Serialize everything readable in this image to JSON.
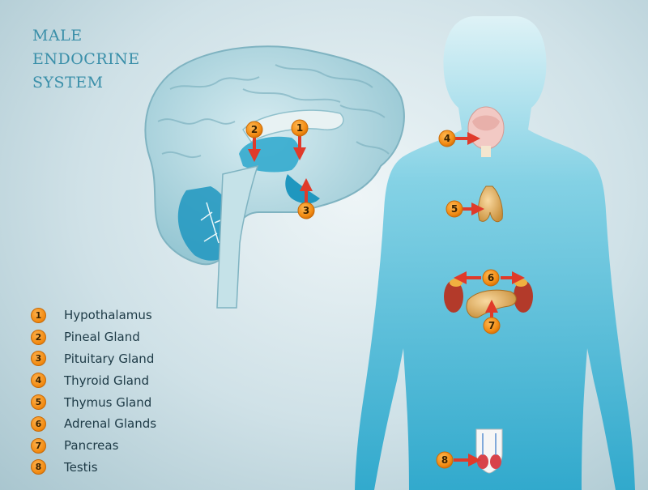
{
  "title": {
    "line1": "MALE",
    "line2": "ENDOCRINE",
    "line3": "SYSTEM"
  },
  "legend": [
    {
      "number": "1",
      "label": "Hypothalamus"
    },
    {
      "number": "2",
      "label": "Pineal Gland"
    },
    {
      "number": "3",
      "label": "Pituitary Gland"
    },
    {
      "number": "4",
      "label": "Thyroid Gland"
    },
    {
      "number": "5",
      "label": "Thymus Gland"
    },
    {
      "number": "6",
      "label": "Adrenal Glands"
    },
    {
      "number": "7",
      "label": "Pancreas"
    },
    {
      "number": "8",
      "label": "Testis"
    }
  ],
  "markers": {
    "brain_1": "1",
    "brain_2": "2",
    "brain_3": "3",
    "body_4": "4",
    "body_5": "5",
    "body_6": "6",
    "body_7": "7",
    "body_8": "8"
  },
  "colors": {
    "marker_orange": "#f28b12",
    "arrow_red": "#e03a2a",
    "body_cyan": "#39b3d3",
    "brain_fill": "#b9dbe3",
    "title_color": "#3a8fa9"
  }
}
